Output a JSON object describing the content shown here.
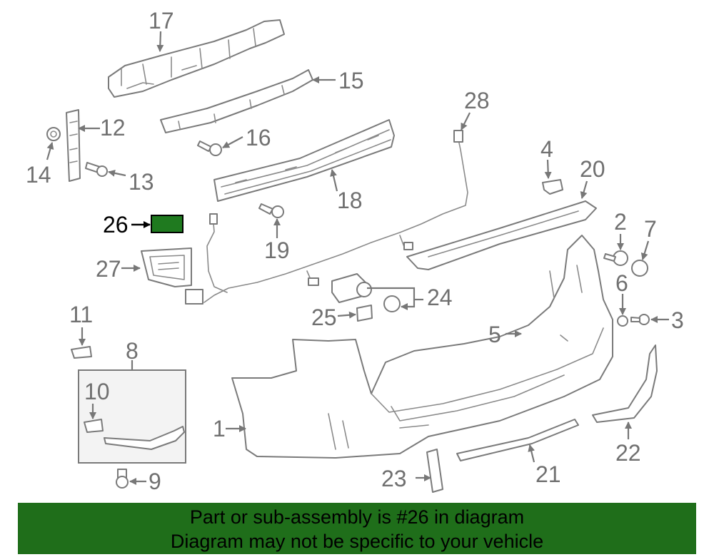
{
  "labels": {
    "p1": "1",
    "p2": "2",
    "p3": "3",
    "p4": "4",
    "p5": "5",
    "p6": "6",
    "p7": "7",
    "p8": "8",
    "p9": "9",
    "p10": "10",
    "p11": "11",
    "p12": "12",
    "p13": "13",
    "p14": "14",
    "p15": "15",
    "p16": "16",
    "p17": "17",
    "p18": "18",
    "p19": "19",
    "p20": "20",
    "p21": "21",
    "p22": "22",
    "p23": "23",
    "p24": "24",
    "p25": "25",
    "p26": "26",
    "p27": "27",
    "p28": "28"
  },
  "highlight": {
    "part_number": "26",
    "color": "#1f7a1f"
  },
  "banner": {
    "line1": "Part or sub-assembly is #26 in diagram",
    "line2": "Diagram may not be specific to your vehicle",
    "color": "#1f6e1a"
  }
}
